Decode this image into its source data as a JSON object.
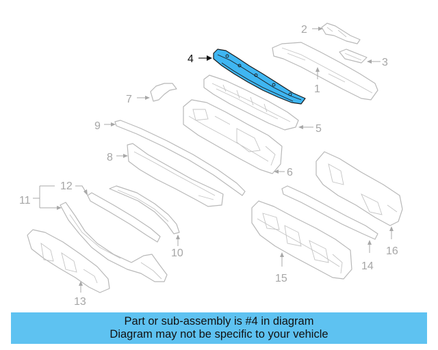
{
  "diagram": {
    "highlight_color": "#3fb6f2",
    "callouts": {
      "c1": "1",
      "c2": "2",
      "c3": "3",
      "c4": "4",
      "c5": "5",
      "c6": "6",
      "c7": "7",
      "c8": "8",
      "c9": "9",
      "c10": "10",
      "c11": "11",
      "c12": "12",
      "c13": "13",
      "c14": "14",
      "c15": "15",
      "c16": "16"
    },
    "highlighted_part": "4"
  },
  "banner": {
    "line1": "Part or sub-assembly is #4 in diagram",
    "line2": "Diagram may not be specific to your vehicle",
    "background": "#5ec2f1"
  }
}
